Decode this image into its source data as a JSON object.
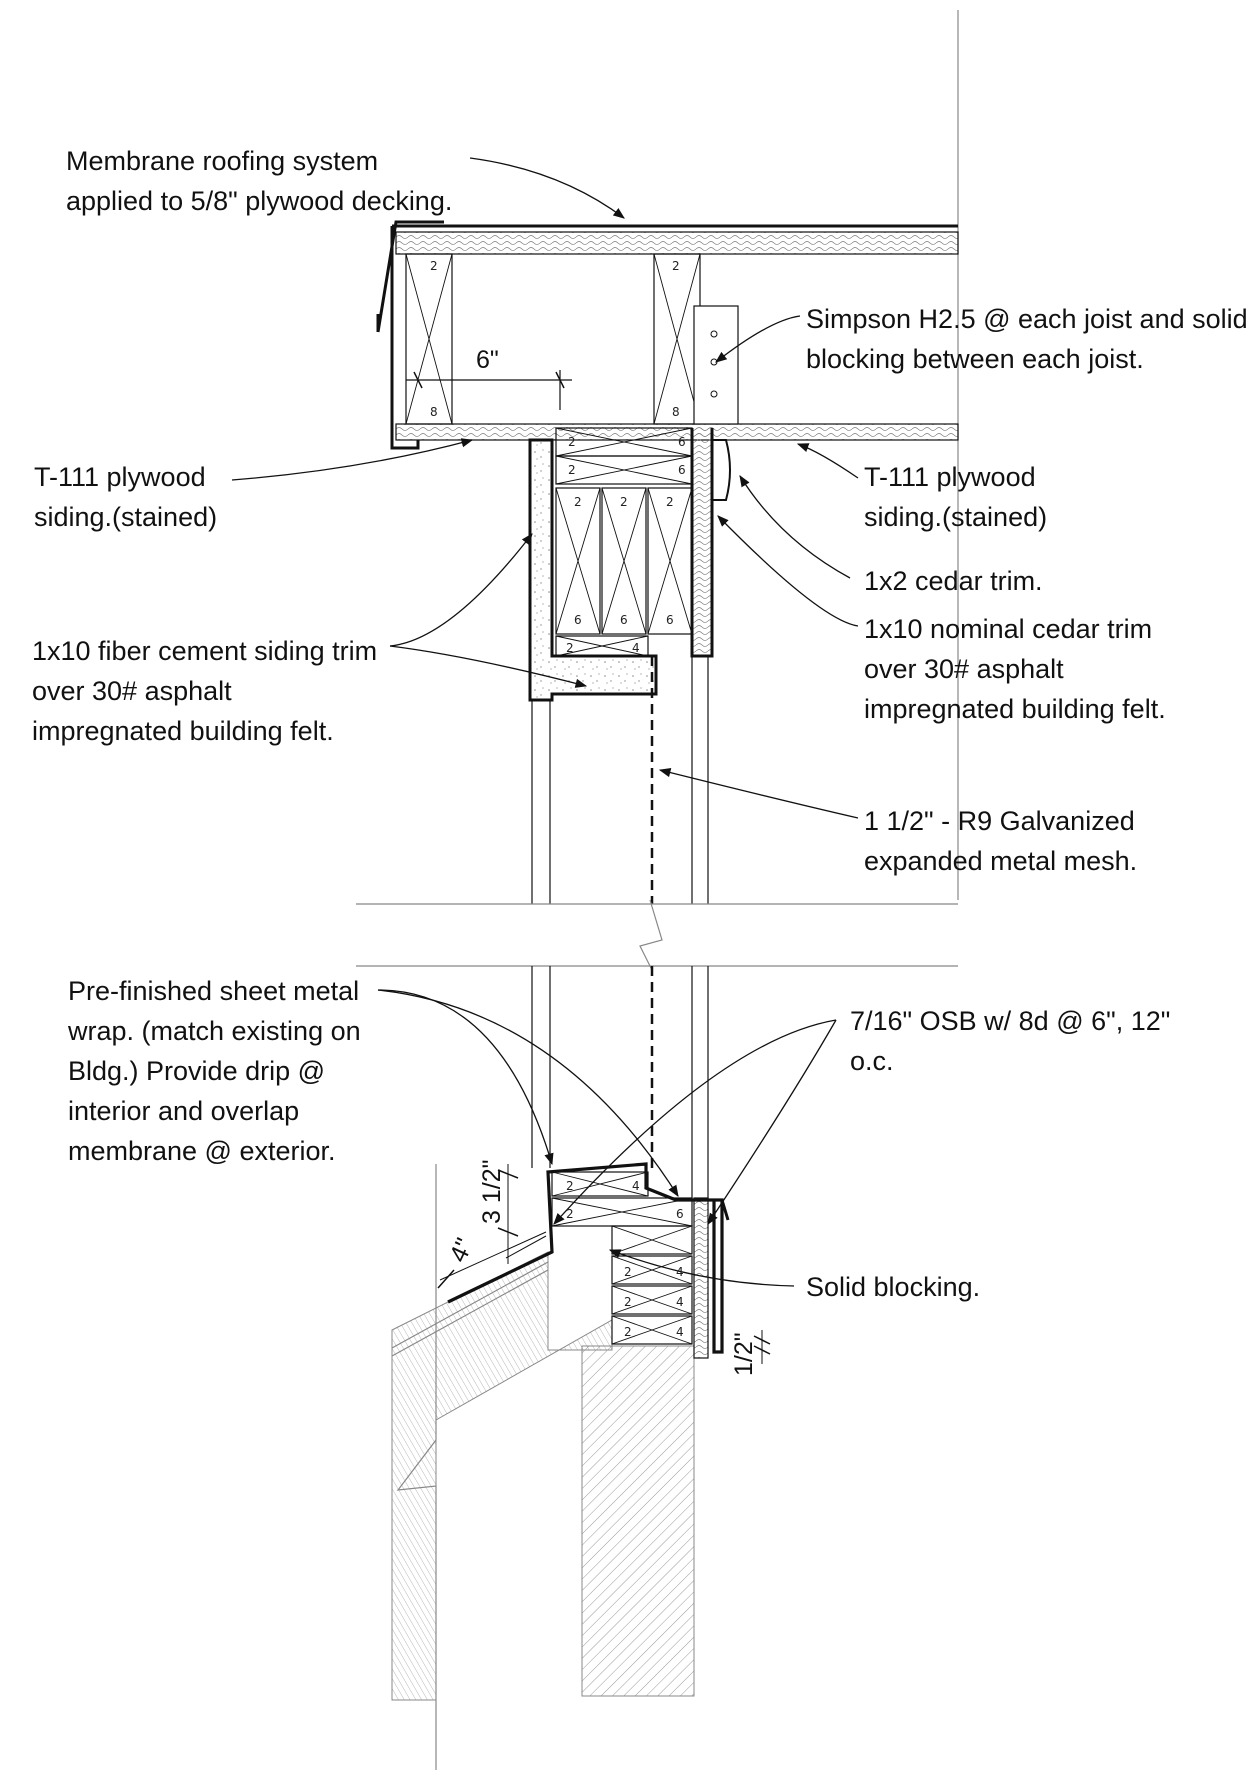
{
  "diagram": {
    "type": "architectural-section-detail",
    "callouts": {
      "membrane_roofing": [
        "Membrane roofing system",
        "applied to 5/8\" plywood decking."
      ],
      "simpson_h25": [
        "Simpson H2.5 @ each joist and solid",
        "blocking between each joist."
      ],
      "t111_left": [
        "T-111 plywood",
        "siding.(stained)"
      ],
      "t111_right": [
        "T-111 plywood",
        "siding.(stained)"
      ],
      "cedar_1x2": [
        "1x2 cedar trim."
      ],
      "fiber_cement": [
        "1x10 fiber cement siding trim",
        "over 30# asphalt",
        "impregnated building felt."
      ],
      "cedar_1x10": [
        "1x10 nominal cedar trim",
        "over 30# asphalt",
        "impregnated building felt."
      ],
      "metal_mesh": [
        "1 1/2\" - R9 Galvanized",
        "expanded metal mesh."
      ],
      "sheet_metal": [
        "Pre-finished sheet metal",
        "wrap. (match existing on",
        "Bldg.) Provide drip @",
        "interior and overlap",
        "membrane @ exterior."
      ],
      "osb": [
        "7/16\" OSB w/ 8d @ 6\", 12\"",
        "o.c."
      ],
      "solid_blocking": [
        "Solid blocking."
      ]
    },
    "dimensions": {
      "joist_spacing": "6\"",
      "curb_height": "3 1/2\"",
      "curb_slope": "4\"",
      "drip": "1/2\""
    },
    "lumber_marks": {
      "joist_left": [
        "2",
        "8"
      ],
      "joist_right": [
        "2",
        "8"
      ],
      "header_rows": [
        [
          "2",
          "6"
        ],
        [
          "2",
          "6"
        ]
      ],
      "studs": [
        [
          "2",
          "6"
        ],
        [
          "2",
          "6"
        ],
        [
          "2",
          "6"
        ]
      ],
      "sill_plate": [
        "2",
        "4"
      ],
      "curb_top": [
        "2",
        "4"
      ],
      "curb_plate": [
        "2",
        "6"
      ],
      "blocking_rows": [
        [
          "2",
          "4"
        ],
        [
          "2",
          "4"
        ],
        [
          "2",
          "4"
        ]
      ]
    },
    "colors": {
      "ink": "#111111",
      "light_line": "#888888",
      "hatch": "#9a9a9a"
    }
  }
}
